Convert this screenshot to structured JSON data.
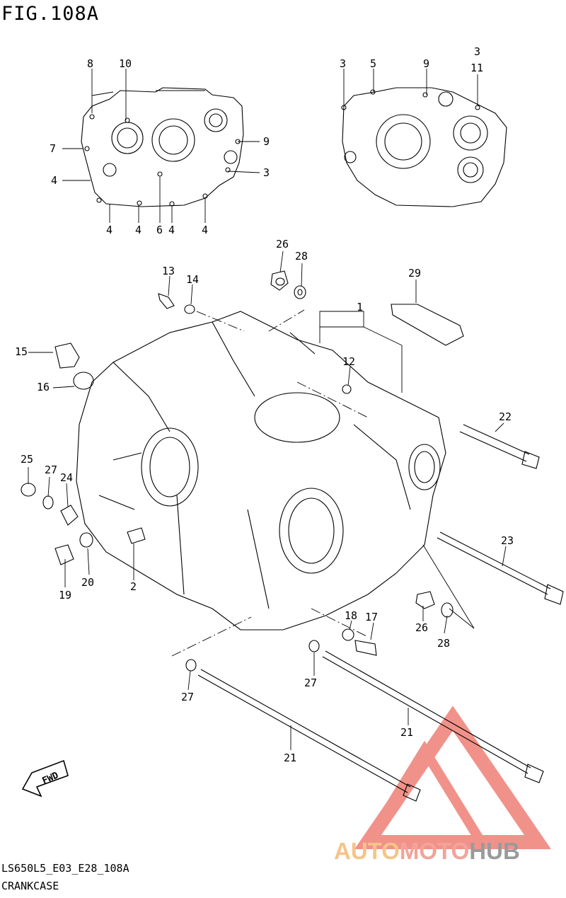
{
  "figure_title": "FIG.108A",
  "footer": {
    "code": "LS650L5_E03_E28_108A",
    "name": "CRANKCASE"
  },
  "fwd_label": "FWD",
  "watermark": {
    "part1": "AUTO",
    "part2": "MOTO",
    "part3": "HUB",
    "colors": {
      "auto": "#f5c48a",
      "moto": "#f3a39a",
      "hub": "#9a9a9a",
      "logo": "#ef7f76"
    }
  },
  "callouts": {
    "c1": "1",
    "c2": "2",
    "c3a": "3",
    "c3b": "3",
    "c3c": "3",
    "c4a": "4",
    "c4b": "4",
    "c4c": "4",
    "c4d": "4",
    "c4e": "4",
    "c5": "5",
    "c6": "6",
    "c7": "7",
    "c8": "8",
    "c9a": "9",
    "c9b": "9",
    "c10": "10",
    "c11": "11",
    "c12": "12",
    "c13": "13",
    "c14": "14",
    "c15": "15",
    "c16": "16",
    "c17": "17",
    "c18": "18",
    "c19": "19",
    "c20": "20",
    "c21a": "21",
    "c21b": "21",
    "c22": "22",
    "c23": "23",
    "c24": "24",
    "c25": "25",
    "c26a": "26",
    "c26b": "26",
    "c27a": "27",
    "c27b": "27",
    "c27c": "27",
    "c28a": "28",
    "c28b": "28",
    "c29": "29"
  }
}
